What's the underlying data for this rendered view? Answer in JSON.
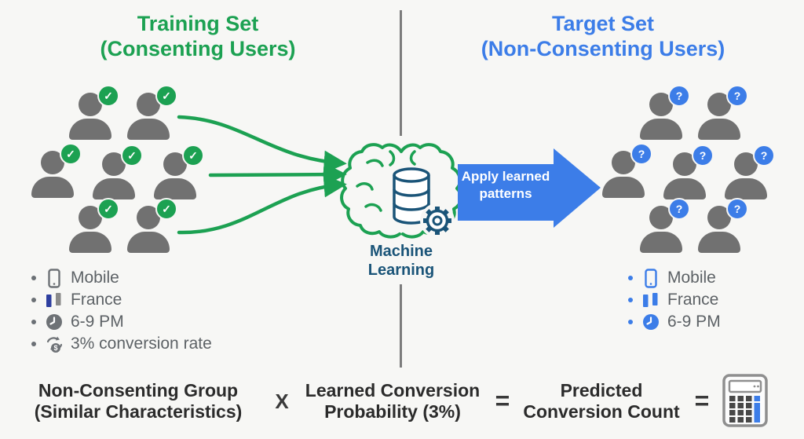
{
  "training": {
    "title_line1": "Training Set",
    "title_line2": "(Consenting Users)",
    "badge_glyph": "✓",
    "user_count": 7,
    "traits": [
      {
        "icon": "mobile-icon",
        "label": "Mobile"
      },
      {
        "icon": "france-flag-icon",
        "label": "France"
      },
      {
        "icon": "clock-icon",
        "label": "6-9 PM"
      },
      {
        "icon": "conversion-rate-icon",
        "label": "3% conversion rate"
      }
    ]
  },
  "target": {
    "title_line1": "Target Set",
    "title_line2": "(Non-Consenting Users)",
    "badge_glyph": "?",
    "user_count": 7,
    "traits": [
      {
        "icon": "mobile-icon",
        "label": "Mobile"
      },
      {
        "icon": "france-flag-icon",
        "label": "France"
      },
      {
        "icon": "clock-icon",
        "label": "6-9 PM"
      }
    ]
  },
  "machine_learning": {
    "label_line1": "Machine",
    "label_line2": "Learning"
  },
  "apply_arrow": {
    "line1": "Apply learned",
    "line2": "patterns"
  },
  "formula": {
    "term1_line1": "Non-Consenting Group",
    "term1_line2": "(Similar Characteristics)",
    "multiply_sign": "X",
    "term2_line1": "Learned Conversion",
    "term2_line2": "Probability (3%)",
    "equals_sign_1": "=",
    "term3_line1": "Predicted",
    "term3_line2": "Conversion Count",
    "equals_sign_2": "=",
    "result_icon": "calculator-icon"
  },
  "colors": {
    "green": "#1ca152",
    "blue": "#3c7de8",
    "navy": "#1a5478",
    "person_gray": "#717171",
    "list_text": "#5d6266",
    "formula_text": "#2b2b2b",
    "background": "#f7f7f5"
  }
}
